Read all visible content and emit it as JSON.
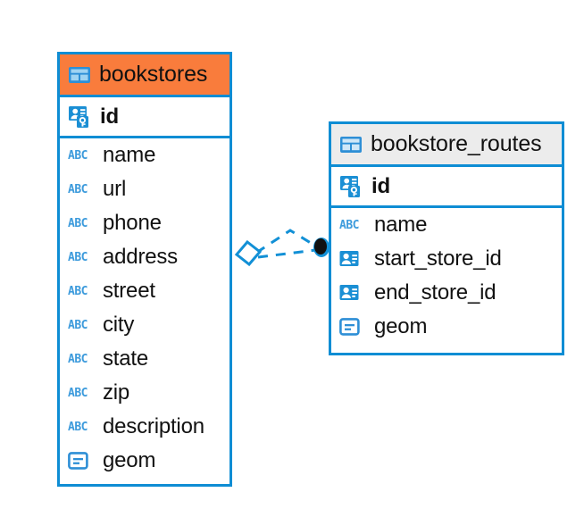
{
  "diagram": {
    "type": "entity-relationship-diagram",
    "background": "#FFFFFF",
    "accent_color": "#0E8DD4",
    "selected_header_color": "#F97C3C",
    "unselected_header_color": "#ECECEC"
  },
  "entities": [
    {
      "name": "bookstores",
      "selected": true,
      "table_icon": "table-icon",
      "fields": [
        {
          "name": "id",
          "icon": "primary-key-icon",
          "primary_key": true
        },
        {
          "name": "name",
          "icon": "abc-text-icon",
          "type_glyph": "ABC"
        },
        {
          "name": "url",
          "icon": "abc-text-icon",
          "type_glyph": "ABC"
        },
        {
          "name": "phone",
          "icon": "abc-text-icon",
          "type_glyph": "ABC"
        },
        {
          "name": "address",
          "icon": "abc-text-icon",
          "type_glyph": "ABC"
        },
        {
          "name": "street",
          "icon": "abc-text-icon",
          "type_glyph": "ABC"
        },
        {
          "name": "city",
          "icon": "abc-text-icon",
          "type_glyph": "ABC"
        },
        {
          "name": "state",
          "icon": "abc-text-icon",
          "type_glyph": "ABC"
        },
        {
          "name": "zip",
          "icon": "abc-text-icon",
          "type_glyph": "ABC"
        },
        {
          "name": "description",
          "icon": "abc-text-icon",
          "type_glyph": "ABC"
        },
        {
          "name": "geom",
          "icon": "geometry-icon"
        }
      ]
    },
    {
      "name": "bookstore_routes",
      "selected": false,
      "table_icon": "table-icon",
      "fields": [
        {
          "name": "id",
          "icon": "primary-key-icon",
          "primary_key": true
        },
        {
          "name": "name",
          "icon": "abc-text-icon",
          "type_glyph": "ABC"
        },
        {
          "name": "start_store_id",
          "icon": "foreign-key-icon"
        },
        {
          "name": "end_store_id",
          "icon": "foreign-key-icon"
        },
        {
          "name": "geom",
          "icon": "geometry-icon"
        }
      ]
    }
  ],
  "relationship": {
    "style": "dashed",
    "color": "#1290D6",
    "source_endpoint": "diamond-marker",
    "target_endpoint": "filled-circle-marker"
  }
}
